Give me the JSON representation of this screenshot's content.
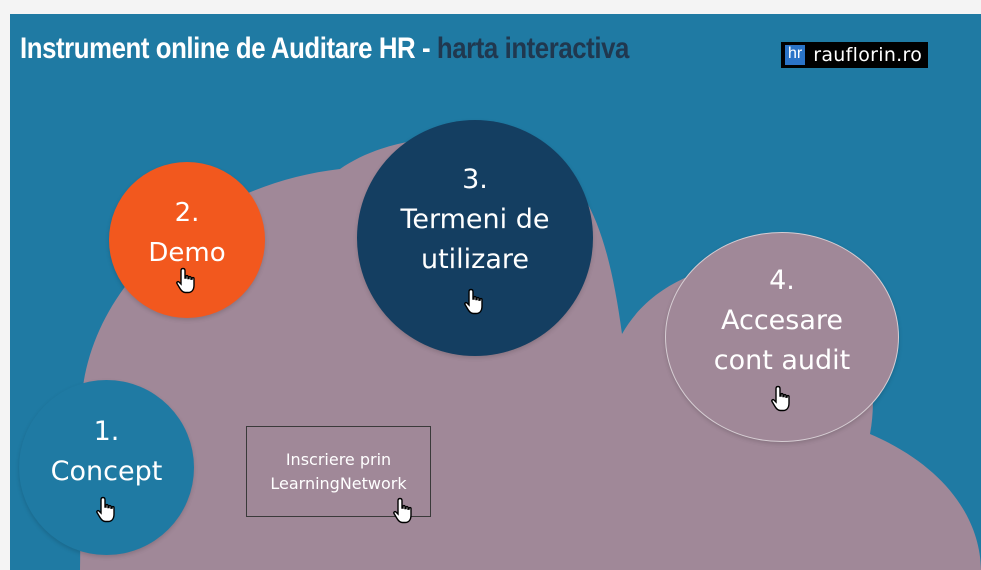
{
  "header": {
    "title_main": "Instrument online de Auditare HR - ",
    "title_accent": "harta interactiva"
  },
  "brand": {
    "logo_text": "hr",
    "site_name": "rauflorin.ro"
  },
  "map_items": {
    "concept": {
      "number": "1.",
      "label_line1": "Concept"
    },
    "demo": {
      "number": "2.",
      "label_line1": "Demo"
    },
    "terms": {
      "number": "3.",
      "label_line1": "Termeni de",
      "label_line2": "utilizare"
    },
    "access": {
      "number": "4.",
      "label_line1": "Accesare",
      "label_line2": "cont audit"
    }
  },
  "signup_box": {
    "line1": "Inscriere prin",
    "line2": "LearningNetwork"
  },
  "colors": {
    "background_blue": "#1f7aa3",
    "cloud": "#a08898",
    "demo_orange": "#f2581e",
    "terms_navy": "#143e61",
    "title_accent": "#20384f"
  },
  "icons": {
    "pointer": "hand-pointer-icon"
  }
}
